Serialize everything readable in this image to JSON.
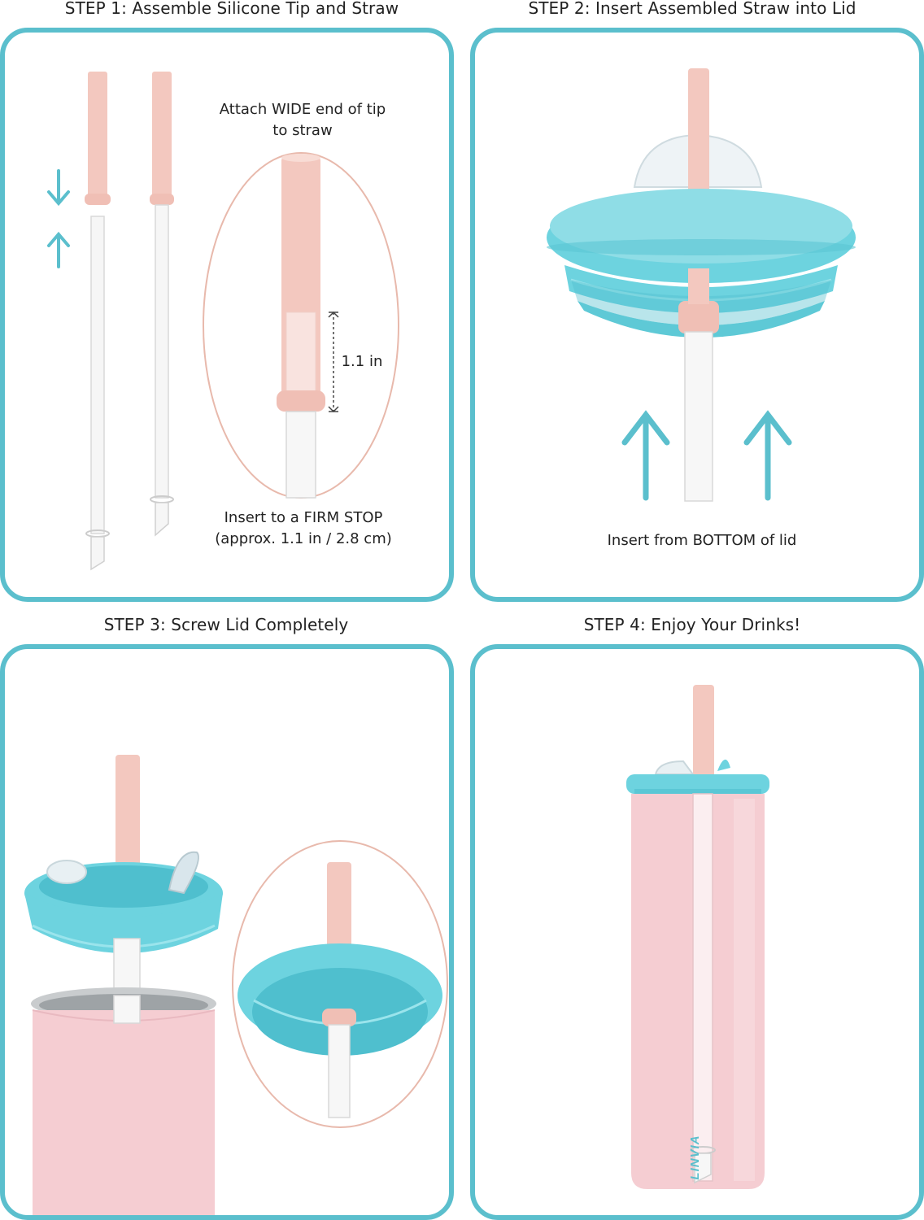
{
  "colors": {
    "accent": "#5bbfcd",
    "lid_blue": "#6dd3df",
    "silicone_pink": "#f3c8bf",
    "tumbler_pink": "#f5cdd2",
    "oval_outline": "#e8b9ac"
  },
  "steps": [
    {
      "title": "STEP 1: Assemble Silicone Tip and Straw",
      "labels": [
        "Attach WIDE end of tip",
        "to straw",
        "1.1 in",
        "Insert to a FIRM STOP",
        "(approx. 1.1 in / 2.8 cm)"
      ],
      "icons": [
        "arrow-down-icon",
        "arrow-up-icon"
      ]
    },
    {
      "title": "STEP 2: Insert Assembled Straw into Lid",
      "labels": [
        "Insert from BOTTOM of lid"
      ],
      "icons": [
        "arrow-up-icon",
        "arrow-up-icon"
      ]
    },
    {
      "title": "STEP 3: Screw Lid  Completely"
    },
    {
      "title": "STEP 4: Enjoy Your Drinks!",
      "brand": "LINVIA"
    }
  ]
}
